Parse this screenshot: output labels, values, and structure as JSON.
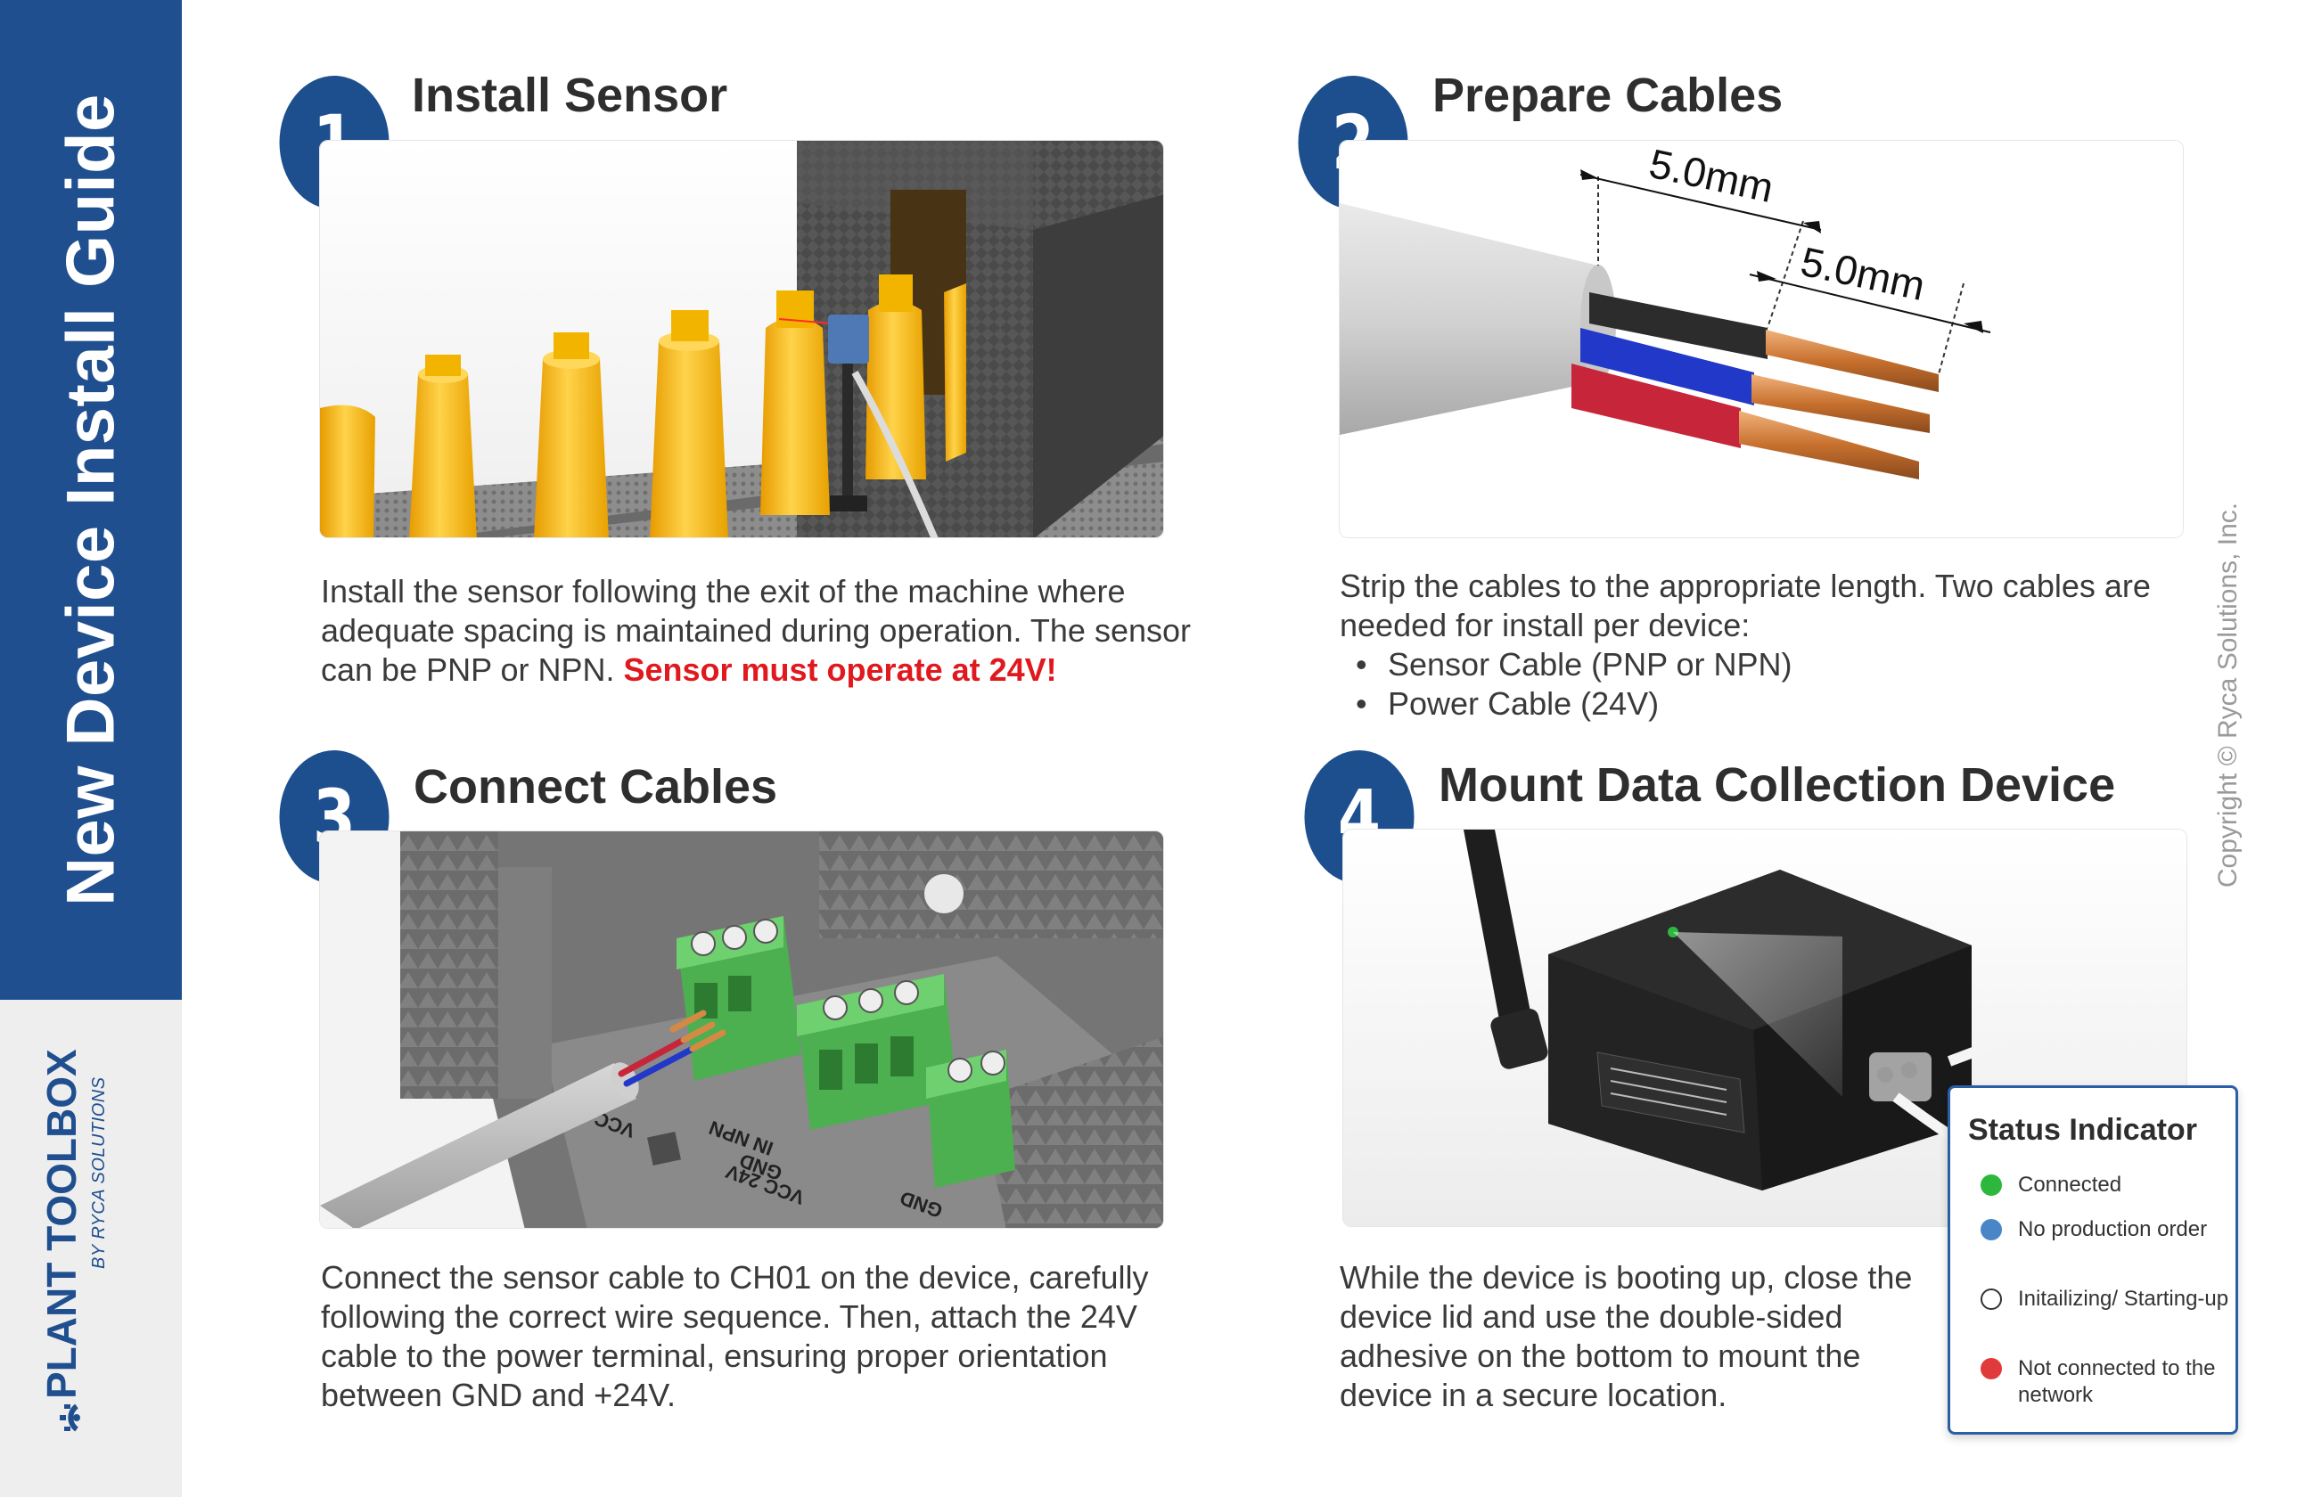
{
  "sidebar": {
    "title": "New Device Install Guide",
    "brand_name": "PLANT TOOLBOX",
    "brand_sub": "BY RYCA SOLUTIONS"
  },
  "copyright": "Copyright © Ryca Solutions, Inc.",
  "steps": [
    {
      "number": "1",
      "title": "Install Sensor",
      "text_pre": "Install the sensor following the exit of the machine where adequate spacing is maintained during operation. The sensor can be PNP or NPN. ",
      "text_warning": "Sensor must operate at 24V!"
    },
    {
      "number": "2",
      "title": "Prepare Cables",
      "text": "Strip the cables to the appropriate length. Two cables are needed for install per device:",
      "bullets": [
        "Sensor Cable (PNP or NPN)",
        "Power Cable (24V)"
      ],
      "dimension_labels": [
        "5.0mm",
        "5.0mm"
      ]
    },
    {
      "number": "3",
      "title": "Connect Cables",
      "text": "Connect the sensor cable to CH01 on the device, carefully following the correct wire sequence. Then, attach the 24V cable to the power terminal, ensuring proper orientation between GND and +24V.",
      "terminal_labels": [
        "VCC 24V",
        "IN NPN",
        "GND",
        "VCC 24V",
        "GND"
      ]
    },
    {
      "number": "4",
      "title": "Mount Data Collection Device",
      "text": "While the device is booting up, close the device lid and use the double-sided adhesive on the bottom to mount the device in a secure location."
    }
  ],
  "status": {
    "title": "Status Indicator",
    "items": [
      {
        "label": "Connected",
        "color": "#2db83d"
      },
      {
        "label": "No production order",
        "color": "#4a86c7"
      },
      {
        "label": "Initailizing/ Starting-up",
        "color": "#ffffff"
      },
      {
        "label": "Not connected to the network",
        "color": "#e03a3a"
      }
    ]
  },
  "colors": {
    "brand_blue": "#1f4f8f",
    "warning_red": "#e0191e",
    "sensor_yellow": "#f5b820"
  }
}
